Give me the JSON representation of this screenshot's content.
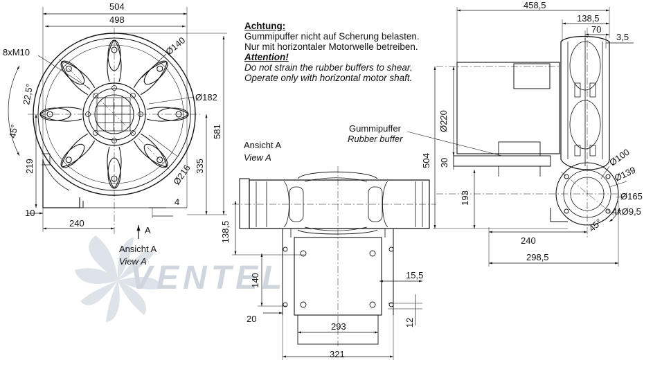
{
  "notes": {
    "de_heading": "Achtung:",
    "de_line1": "Gummipuffer nicht auf Scherung belasten.",
    "de_line2": "Nur mit horizontaler Motorwelle betreiben.",
    "en_heading": "Attention!",
    "en_line1": "Do not strain the rubber buffers to shear.",
    "en_line2": "Operate only with horizontal motor shaft."
  },
  "views": {
    "view_a_de": "Ansicht A",
    "view_a_en": "View A",
    "view_a2_de": "Ansicht A",
    "view_a2_en": "View A",
    "arrow_label": "A",
    "buffer_de": "Gummipuffer",
    "buffer_en": "Rubber buffer"
  },
  "front_view": {
    "d504": "504",
    "d498": "498",
    "d581": "581",
    "d335": "335",
    "d219": "219",
    "d240": "240",
    "d10": "10",
    "d4": "4",
    "bolts": "8xM10",
    "dia140": "Ø140",
    "dia182": "Ø182",
    "dia216": "Ø216",
    "angle22": "22,5°",
    "angle45": "45°"
  },
  "bottom_view": {
    "d138_5": "138,5",
    "d140": "140",
    "d20": "20",
    "d15_5": "15,5",
    "d12": "12",
    "d293": "293",
    "d321": "321"
  },
  "side_view": {
    "d458_5": "458,5",
    "d138_5": "138,5",
    "d70": "70",
    "d3_5": "3,5",
    "dia220": "Ø220",
    "d504": "504",
    "d30": "30",
    "d193": "193",
    "dia100": "Ø100",
    "dia139": "Ø139",
    "dia165": "Ø165",
    "holes": "4xØ9,5",
    "angle45": "45°",
    "d240": "240",
    "d298_5": "298,5"
  },
  "watermark": {
    "text": "VENTEL",
    "color": "#cfd6dd"
  }
}
